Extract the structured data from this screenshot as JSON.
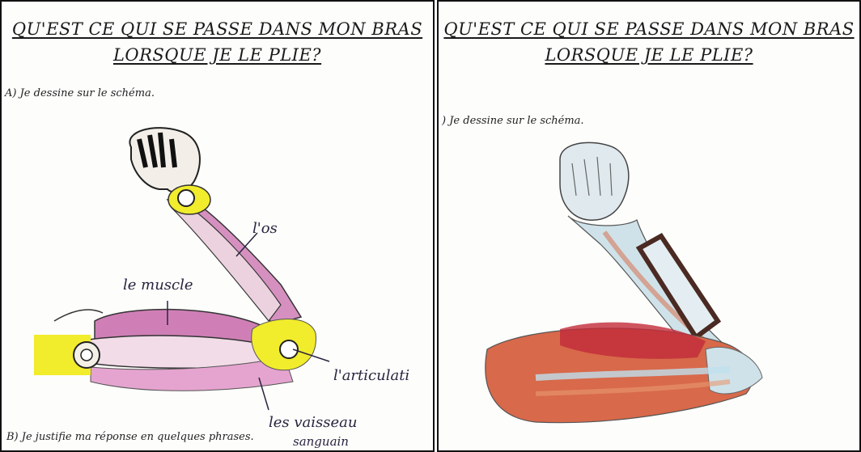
{
  "left": {
    "title_line1": "QU'EST CE QUI SE PASSE DANS MON BRAS",
    "title_line2": "LORSQUE JE LE PLIE?",
    "instruction_a": "A) Je dessine sur le schéma.",
    "instruction_b": "B) Je justifie ma réponse en quelques phrases.",
    "labels": {
      "os": "l'os",
      "muscle": "le muscle",
      "articulation": "l'articulati",
      "vaisseau": "les vaisseau",
      "sanguin": "sanguain"
    }
  },
  "right": {
    "title_line1": "QU'EST CE QUI SE PASSE DANS MON BRAS",
    "title_line2": "LORSQUE JE LE PLIE?",
    "instruction_a": ") Je dessine sur le schéma."
  }
}
